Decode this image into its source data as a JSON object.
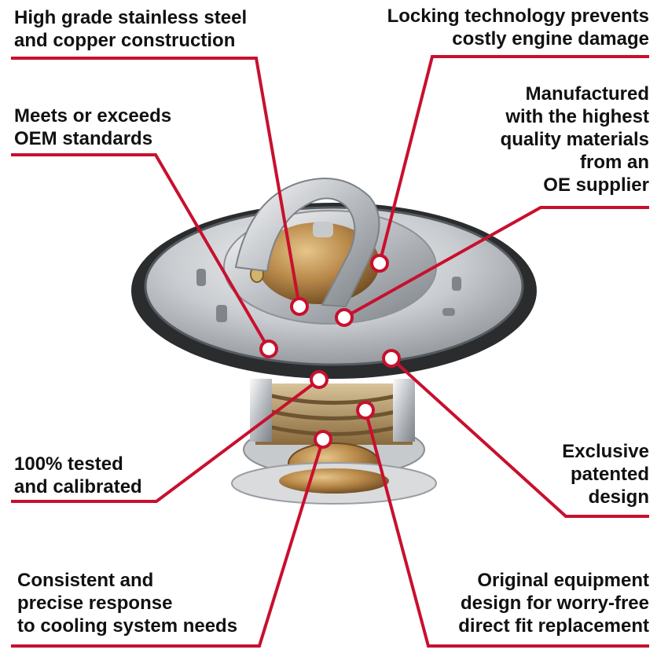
{
  "colors": {
    "accent": "#c8102e",
    "text": "#111111"
  },
  "callouts": {
    "stainless": {
      "lines": [
        "High grade stainless steel",
        "and copper construction"
      ]
    },
    "locking": {
      "lines": [
        "Locking technology prevents",
        "costly engine damage"
      ]
    },
    "oem": {
      "lines": [
        "Meets or exceeds",
        "OEM standards"
      ]
    },
    "manufactured": {
      "lines": [
        "Manufactured",
        "with the highest",
        "quality materials",
        "from an",
        "OE supplier"
      ]
    },
    "tested": {
      "lines": [
        "100% tested",
        "and calibrated"
      ]
    },
    "exclusive": {
      "lines": [
        "Exclusive",
        "patented",
        "design"
      ]
    },
    "consistent": {
      "lines": [
        "Consistent and",
        "precise response",
        "to cooling system needs"
      ]
    },
    "original": {
      "lines": [
        "Original equipment",
        "design for worry-free",
        "direct fit replacement"
      ]
    }
  }
}
